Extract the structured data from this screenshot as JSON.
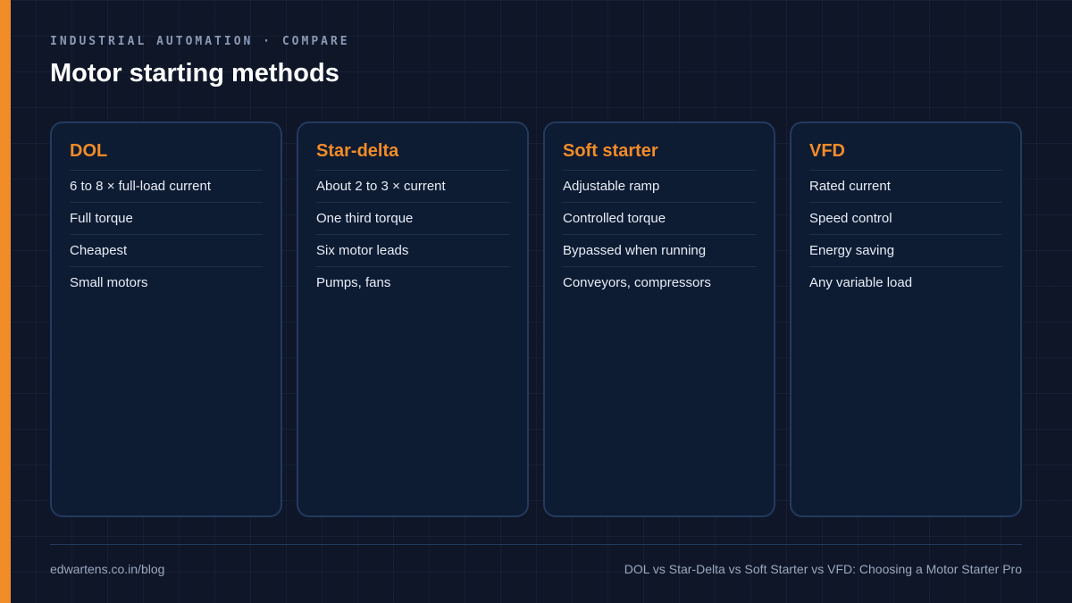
{
  "header": {
    "eyebrow": "INDUSTRIAL AUTOMATION · COMPARE",
    "title": "Motor starting methods"
  },
  "colors": {
    "accent": "#f28c28",
    "background": "#0e1628",
    "card_background": "#0d1b33",
    "card_border": "#233a5e"
  },
  "cards": [
    {
      "title": "DOL",
      "items": [
        "6 to 8 × full-load current",
        "Full torque",
        "Cheapest",
        "Small motors"
      ]
    },
    {
      "title": "Star-delta",
      "items": [
        "About 2 to 3 × current",
        "One third torque",
        "Six motor leads",
        "Pumps, fans"
      ]
    },
    {
      "title": "Soft starter",
      "items": [
        "Adjustable ramp",
        "Controlled torque",
        "Bypassed when running",
        "Conveyors, compressors"
      ]
    },
    {
      "title": "VFD",
      "items": [
        "Rated current",
        "Speed control",
        "Energy saving",
        "Any variable load"
      ]
    }
  ],
  "footer": {
    "source": "edwartens.co.in/blog",
    "caption": "DOL vs Star-Delta vs Soft Starter vs VFD: Choosing a Motor Starter Pro"
  }
}
